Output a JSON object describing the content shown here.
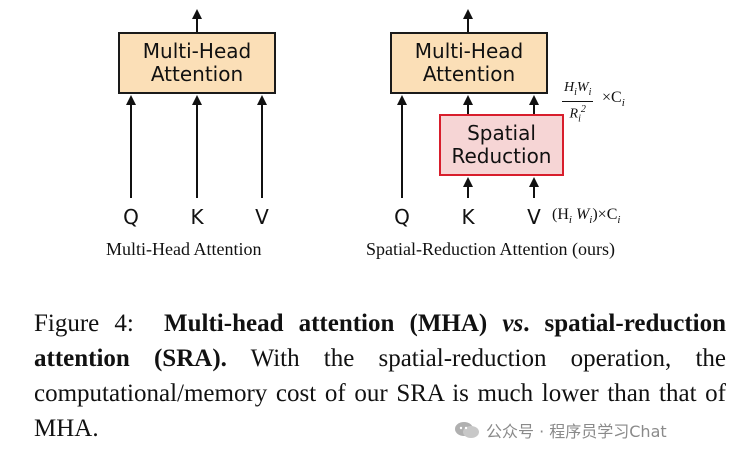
{
  "left_diagram": {
    "box_label_line1": "Multi-Head",
    "box_label_line2": "Attention",
    "inputs": [
      "Q",
      "K",
      "V"
    ],
    "caption": "Multi-Head Attention"
  },
  "right_diagram": {
    "box_label_line1": "Multi-Head",
    "box_label_line2": "Attention",
    "reduction_line1": "Spatial",
    "reduction_line2": "Reduction",
    "inputs": [
      "Q",
      "K",
      "V"
    ],
    "caption": "Spatial-Reduction Attention (ours)",
    "reduced_dim_num": "H",
    "reduced_dim_num_sub": "i",
    "reduced_dim_num2": "W",
    "reduced_dim_num2_sub": "i",
    "reduced_dim_den": "R",
    "reduced_dim_den_sub": "i",
    "reduced_dim_den_sup": "2",
    "times_c": "×C",
    "c_sub": "i",
    "input_dim": "(H",
    "input_dim_sub1": "i",
    "input_dim_w": " W",
    "input_dim_sub2": "i",
    "input_dim_close": ")×C",
    "input_dim_sub3": "i"
  },
  "caption": {
    "figure_label": "Figure 4:",
    "bold_part1": "Multi-head attention (MHA)",
    "vs": "vs",
    "bold_part2": ". spatial-reduction attention (SRA).",
    "rest": " With the spatial-reduction operation, the computational/memory cost of our SRA is much lower than that of MHA."
  },
  "watermark": {
    "text": "公众号 · 程序员学习Chat"
  }
}
